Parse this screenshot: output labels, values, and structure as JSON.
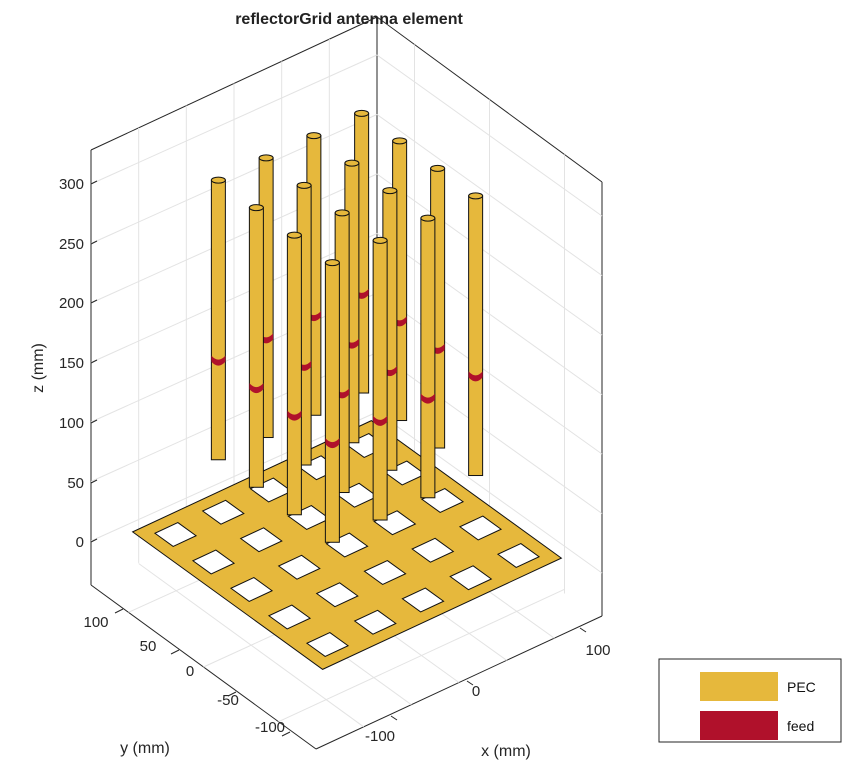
{
  "title": "reflectorGrid antenna element",
  "axes": {
    "xlabel": "x (mm)",
    "ylabel": "y (mm)",
    "zlabel": "z (mm)",
    "xticks": [
      "-100",
      "0",
      "100"
    ],
    "yticks": [
      "100",
      "50",
      "0",
      "-50",
      "-100"
    ],
    "zticks": [
      "300",
      "250",
      "200",
      "150",
      "100",
      "50",
      "0"
    ]
  },
  "legend": {
    "placement": "bottom-right",
    "items": [
      {
        "label": "PEC",
        "color": "#e6b83c"
      },
      {
        "label": "feed",
        "color": "#b0112b"
      }
    ]
  },
  "colors": {
    "metal": "#e6b83c",
    "feed": "#b0112b",
    "box": "#262626",
    "grid": "#e3e3e3"
  }
}
